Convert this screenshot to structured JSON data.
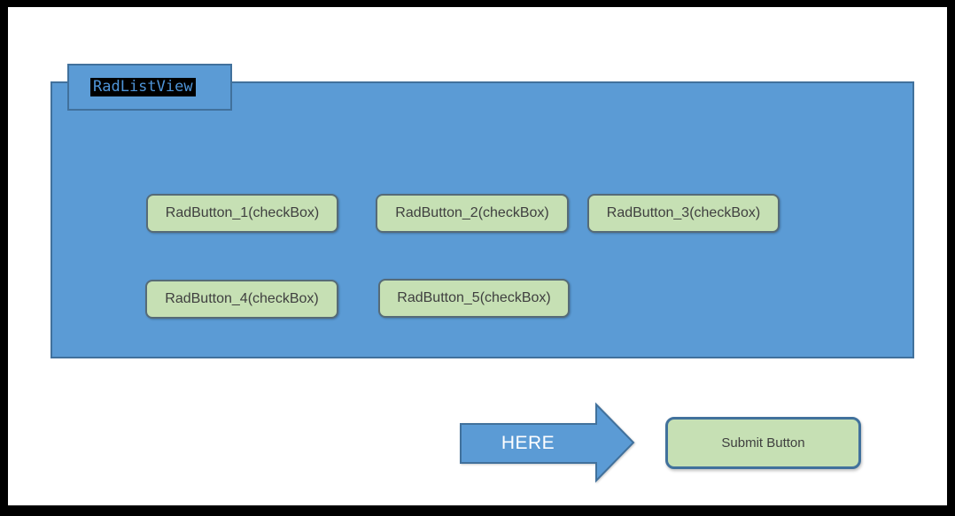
{
  "colors": {
    "frame_border": "#000000",
    "page_bg": "#FFFFFF",
    "panel_fill": "#5B9BD5",
    "panel_border": "#41719C",
    "button_fill": "#C6E0B4",
    "button_border": "#566B77",
    "submit_border": "#41719C",
    "button_text": "#3F3F3F",
    "label_bg": "#000000",
    "label_text": "#4E94D8",
    "arrow_fill": "#5B9BD5",
    "arrow_border": "#41719C",
    "arrow_text": "#FFFFFF"
  },
  "listview": {
    "label": "RadListView",
    "buttons": [
      {
        "label": "RadButton_1(checkBox)"
      },
      {
        "label": "RadButton_2(checkBox)"
      },
      {
        "label": "RadButton_3(checkBox)"
      },
      {
        "label": "RadButton_4(checkBox)"
      },
      {
        "label": "RadButton_5(checkBox)"
      }
    ]
  },
  "annotation_arrow": {
    "label": "HERE"
  },
  "submit": {
    "label": "Submit Button"
  }
}
